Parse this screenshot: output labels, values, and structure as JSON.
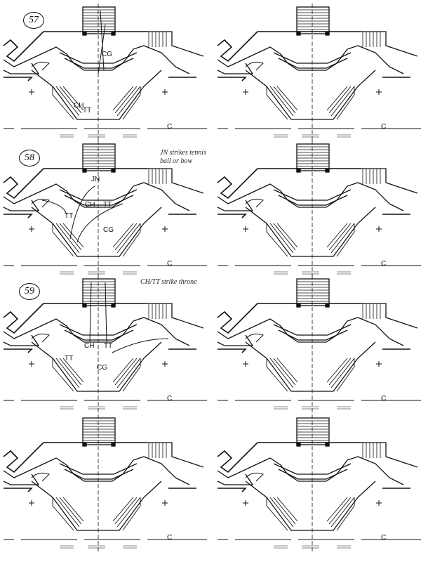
{
  "scenes": [
    {
      "number": "57",
      "labels": [
        "CG",
        "CH",
        "TT"
      ]
    },
    {
      "number": "58",
      "note": "JN strikes tennis ball or bow",
      "labels": [
        "JN",
        "CH",
        "TT",
        "CG",
        "TT"
      ]
    },
    {
      "number": "59",
      "note": "CH/TT strike throne",
      "labels": [
        "CH",
        "TT",
        "TT",
        "CG"
      ]
    }
  ],
  "centerline_mark": "C"
}
